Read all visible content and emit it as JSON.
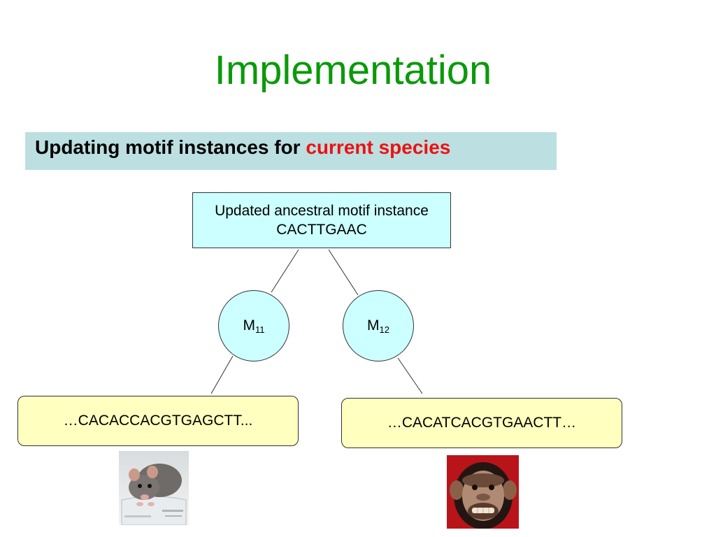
{
  "slide": {
    "title": "Implementation",
    "subtitle": {
      "prefix": "Updating motif instances for ",
      "highlight": "current species"
    },
    "colors": {
      "title": "#0a9a0a",
      "highlight": "#ee1111",
      "subtitle_bar": "#bcdfe1",
      "node_fill": "#ccffff",
      "sequence_fill": "#ffffc0"
    }
  },
  "tree": {
    "root": {
      "line1": "Updated ancestral motif instance",
      "line2": "CACTTGAAC"
    },
    "nodes": [
      {
        "label": "M",
        "subscript": "11"
      },
      {
        "label": "M",
        "subscript": "12"
      }
    ],
    "sequences": [
      {
        "text": "…CACACCACGTGAGCTT...",
        "species_icon": "rat-photo"
      },
      {
        "text": "…CACATCACGTGAACTT…",
        "species_icon": "chimpanzee-photo"
      }
    ]
  }
}
